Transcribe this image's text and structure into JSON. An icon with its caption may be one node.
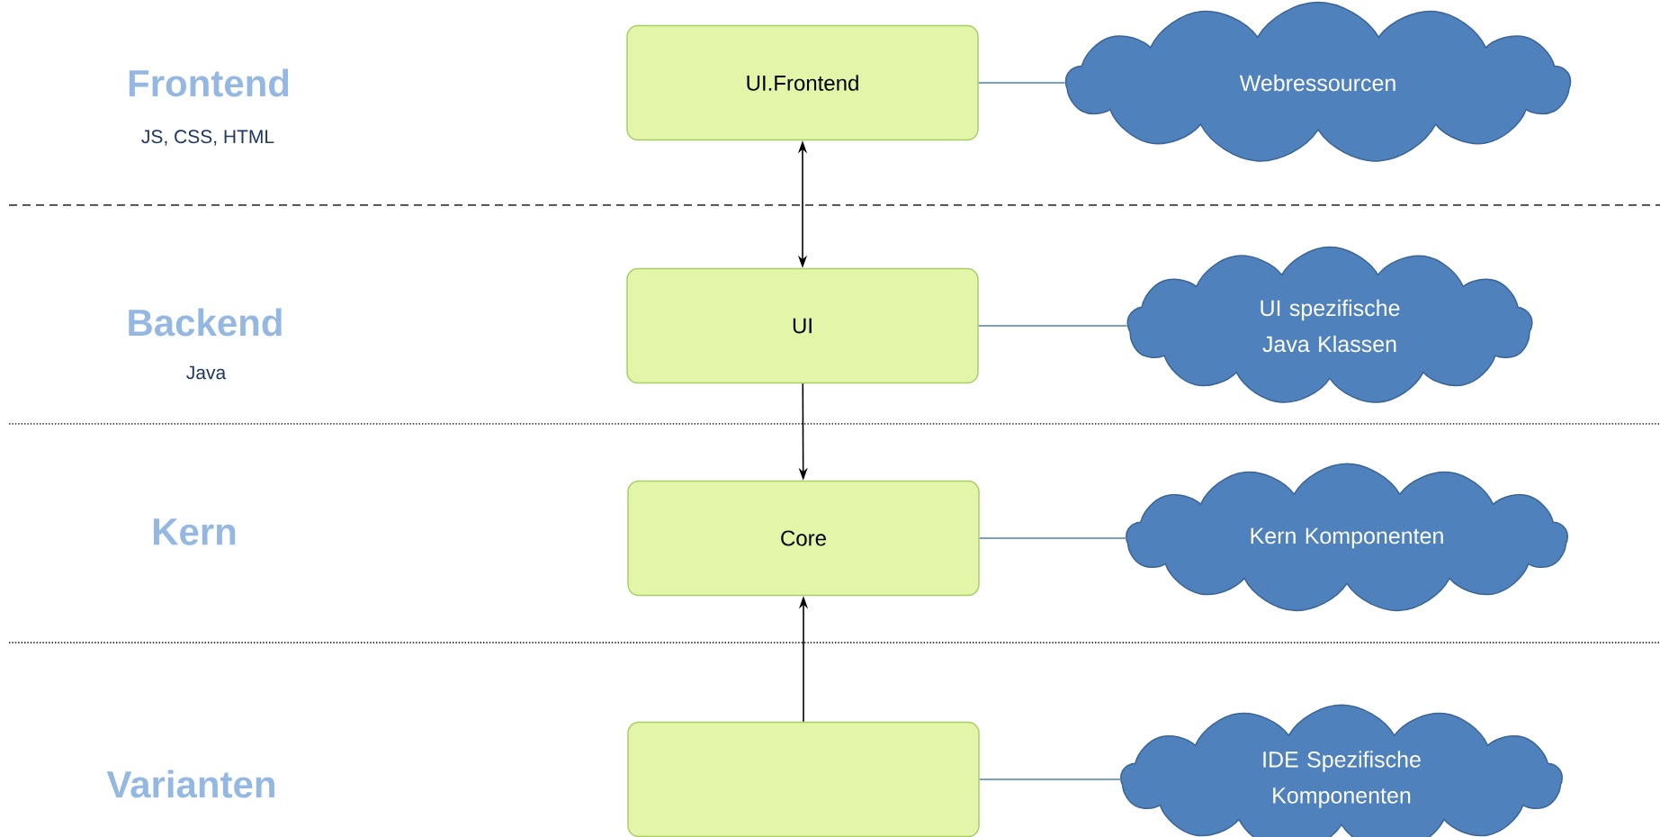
{
  "diagram": {
    "nodes": [
      {
        "text": [
          "UI.Frontend"
        ]
      },
      {
        "text": [
          "Webressourcen"
        ]
      },
      {
        "text": [
          "UI"
        ]
      },
      {
        "text": [
          "UI spezifische Java Klassen"
        ]
      },
      {
        "text": [
          "Core"
        ]
      },
      {
        "text": [
          "Kern Komponenten"
        ]
      },
      {
        "text": [],
        "shape": "box"
      },
      {
        "text": [
          "IDE Spezifische Komponenten"
        ]
      }
    ],
    "edges": [
      {
        "from": 0,
        "to": 2,
        "arrow": "both",
        "color": "#000000"
      },
      {
        "from": 2,
        "to": 4,
        "arrow": "to",
        "color": "#000000"
      },
      {
        "from": 6,
        "to": 4,
        "arrow": "to",
        "color": "#000000"
      },
      {
        "from": 0,
        "to": 1,
        "arrow": "none"
      },
      {
        "from": 2,
        "to": 3,
        "arrow": "none"
      },
      {
        "from": 4,
        "to": 5,
        "arrow": "none"
      },
      {
        "from": 6,
        "to": 7,
        "arrow": "none"
      }
    ],
    "labels": [
      "Frontend",
      "JS, CSS, HTML",
      "Backend",
      "Java",
      "Kern",
      "Varianten"
    ]
  }
}
